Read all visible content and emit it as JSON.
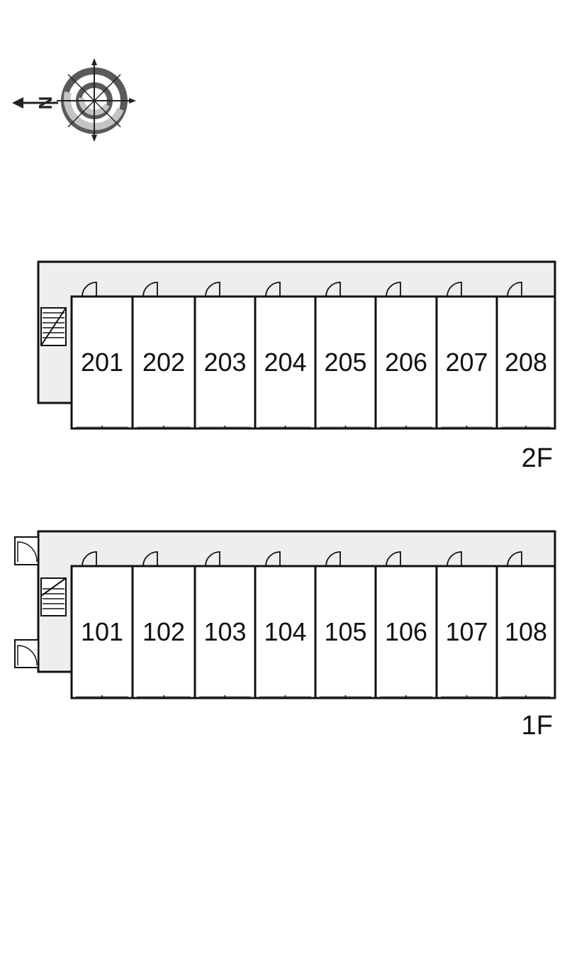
{
  "compass": {
    "north_label": "N",
    "icon": "compass-rose-icon"
  },
  "floors": [
    {
      "label": "2F",
      "units": [
        "201",
        "202",
        "203",
        "204",
        "205",
        "206",
        "207",
        "208"
      ]
    },
    {
      "label": "1F",
      "units": [
        "101",
        "102",
        "103",
        "104",
        "105",
        "106",
        "107",
        "108"
      ]
    }
  ],
  "colors": {
    "corridor": "#eeeeee",
    "wall": "#111111",
    "compass_dark": "#555555",
    "compass_light": "#bbbbbb"
  }
}
